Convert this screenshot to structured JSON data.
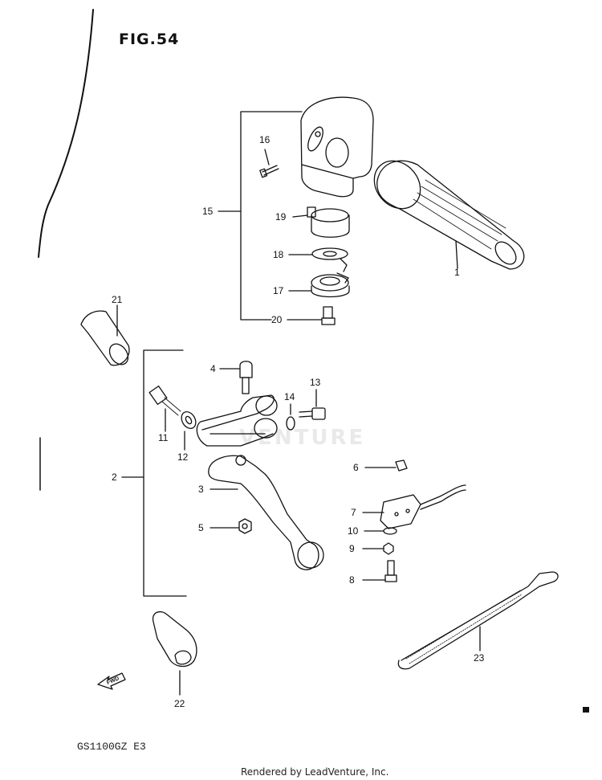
{
  "figure": {
    "title": "FIG.54",
    "model": "GS1100GZ E3",
    "credit": "Rendered by LeadVenture, Inc.",
    "watermark": "VENTURE",
    "fwd_label": "FWD"
  },
  "callouts": [
    {
      "id": "c1",
      "label": "1"
    },
    {
      "id": "c2",
      "label": "2"
    },
    {
      "id": "c3",
      "label": "3"
    },
    {
      "id": "c4",
      "label": "4"
    },
    {
      "id": "c5",
      "label": "5"
    },
    {
      "id": "c6",
      "label": "6"
    },
    {
      "id": "c7",
      "label": "7"
    },
    {
      "id": "c8",
      "label": "8"
    },
    {
      "id": "c9",
      "label": "9"
    },
    {
      "id": "c10",
      "label": "10"
    },
    {
      "id": "c11",
      "label": "11"
    },
    {
      "id": "c12",
      "label": "12"
    },
    {
      "id": "c13",
      "label": "13"
    },
    {
      "id": "c14",
      "label": "14"
    },
    {
      "id": "c15",
      "label": "15"
    },
    {
      "id": "c16",
      "label": "16"
    },
    {
      "id": "c17",
      "label": "17"
    },
    {
      "id": "c18",
      "label": "18"
    },
    {
      "id": "c19",
      "label": "19"
    },
    {
      "id": "c20",
      "label": "20"
    },
    {
      "id": "c21",
      "label": "21"
    },
    {
      "id": "c22",
      "label": "22"
    },
    {
      "id": "c23",
      "label": "23"
    }
  ]
}
